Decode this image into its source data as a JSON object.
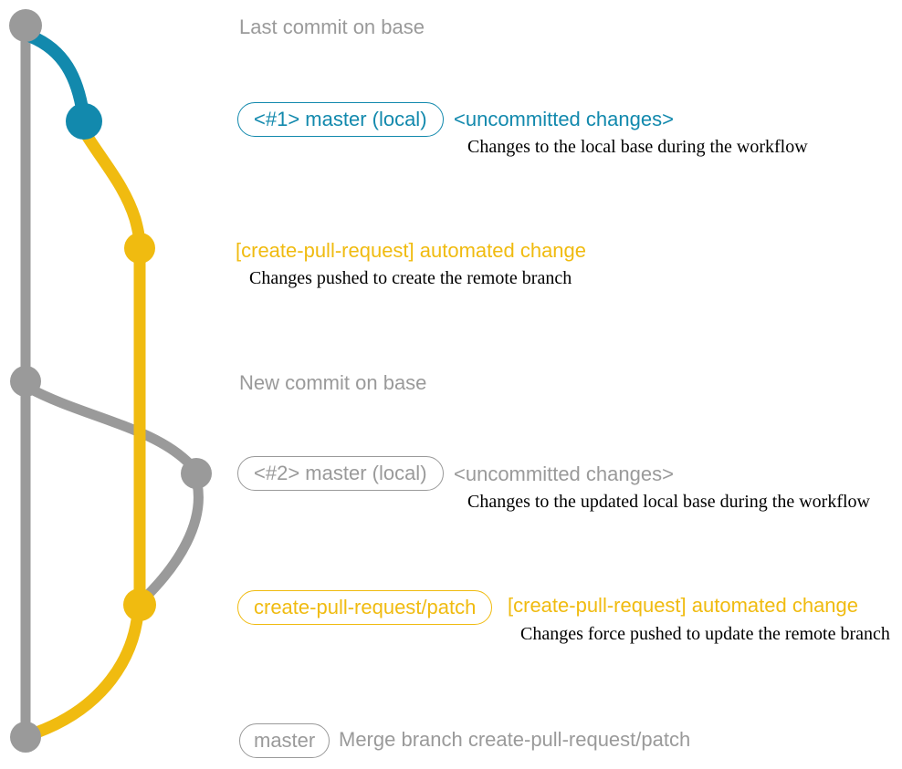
{
  "colors": {
    "gray": "#9a9a9a",
    "teal": "#1289ad",
    "yellow": "#f0bb10",
    "text": "#000000",
    "bg": "#ffffff"
  },
  "rows": {
    "last_commit_label": "Last commit on base",
    "branch1": {
      "chip": "<#1> master (local)",
      "title": "<uncommitted changes>",
      "desc": "Changes to the local base during the workflow"
    },
    "automated1": {
      "title": "[create-pull-request] automated change",
      "desc": "Changes pushed to create the remote branch"
    },
    "new_commit_label": "New commit on base",
    "branch2": {
      "chip": "<#2> master (local)",
      "title": "<uncommitted changes>",
      "desc": "Changes to the updated local base during the workflow"
    },
    "automated2": {
      "chip": "create-pull-request/patch",
      "title": "[create-pull-request] automated change",
      "desc": "Changes force pushed to update the remote branch"
    },
    "merge": {
      "chip": "master",
      "label": "Merge branch create-pull-request/patch"
    }
  },
  "graph": {
    "branches": [
      {
        "name": "base",
        "color": "gray"
      },
      {
        "name": "local master (uncommitted changes)",
        "color": "teal"
      },
      {
        "name": "create-pull-request/patch",
        "color": "yellow"
      }
    ],
    "commits": [
      {
        "branch": "base",
        "label": "Last commit on base"
      },
      {
        "branch": "local master (uncommitted changes)",
        "label": "<#1> master (local)"
      },
      {
        "branch": "create-pull-request/patch",
        "label": "[create-pull-request] automated change"
      },
      {
        "branch": "base",
        "label": "New commit on base"
      },
      {
        "branch": "local master (uncommitted changes)",
        "label": "<#2> master (local)"
      },
      {
        "branch": "create-pull-request/patch",
        "label": "[create-pull-request] automated change (force push)"
      },
      {
        "branch": "base",
        "label": "Merge branch create-pull-request/patch"
      }
    ]
  }
}
